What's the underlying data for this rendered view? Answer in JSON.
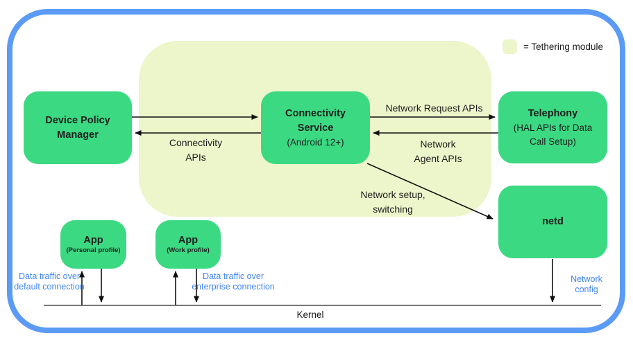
{
  "legend": {
    "label": "= Tethering module"
  },
  "nodes": {
    "device_policy_manager": {
      "title": "Device Policy\nManager"
    },
    "connectivity_service": {
      "title": "Connectivity\nService",
      "subtitle": "(Android 12+)"
    },
    "telephony": {
      "title": "Telephony",
      "subtitle": "(HAL APIs for Data\nCall Setup)"
    },
    "netd": {
      "title": "netd"
    },
    "app_personal": {
      "title": "App",
      "subtitle": "(Personal profile)"
    },
    "app_work": {
      "title": "App",
      "subtitle": "(Work profile)"
    }
  },
  "edge_labels": {
    "connectivity_apis": "Connectivity\nAPIs",
    "network_request_apis": "Network Request APIs",
    "network_agent_apis": "Network\nAgent APIs",
    "network_setup_switching": "Network setup,\nswitching"
  },
  "traffic_labels": {
    "default_connection": "Data traffic over\ndefault connection",
    "enterprise_connection": "Data traffic over\nenterprise connection",
    "network_config": "Network\nconfig"
  },
  "kernel": {
    "label": "Kernel"
  },
  "colors": {
    "green": "#3cd983",
    "module": "#edf5ca",
    "frame-blue": "#5b9bf5",
    "label-blue": "#4285f4",
    "ink": "#1c1c1c",
    "wire": "#111111",
    "kernel-line": "#4a4a4a"
  }
}
